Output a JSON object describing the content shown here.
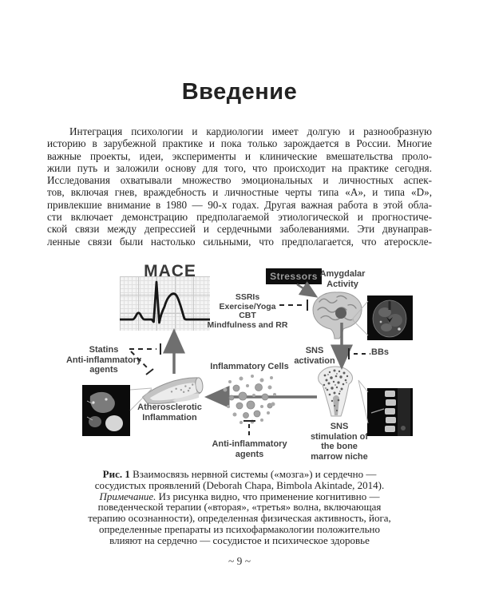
{
  "page": {
    "title": "Введение",
    "page_number": "~ 9 ~"
  },
  "intro": {
    "lines": [
      "Интеграция психологии и кардиологии имеет долгую и разнообразную",
      "историю в зарубежной практике и пока только зарождается в России. Многие",
      "важные проекты, идеи, эксперименты и клинические вмешательства проло-",
      "жили путь и заложили основу для того, что происходит на практике сегодня.",
      "Исследования охватывали множество эмоциональных и личностных аспек-",
      "тов, включая гнев, враждебность и личностные черты типа «А», и типа «D»,",
      "привлекшие внимание в 1980 — 90-х годах. Другая важная работа в этой обла-",
      "сти включает демонстрацию предполагаемой этиологической и прогностиче-",
      "ской связи между депрессией и сердечными заболеваниями. Эти двунаправ-",
      "ленные связи были настолько сильными, что предполагается, что атероскле-"
    ]
  },
  "figure": {
    "labels": {
      "mace": "MACE",
      "stressors": "Stressors",
      "amygdalar": "Amygdalar\nActivity",
      "therapies": "SSRIs\nExercise/Yoga\nCBT\nMindfulness and RR",
      "statins": "Statins\nAnti-inflammatory\nagents",
      "sns_activation": "SNS\nactivation",
      "bbs": "BBs",
      "inflammatory_cells": "Inflammatory Cells",
      "atherosclerotic": "Atherosclerotic\nInflammation",
      "anti_inflammatory": "Anti-inflammatory\nagents",
      "sns_stimulation": "SNS\nstimulation of\nthe bone\nmarrow niche"
    },
    "colors": {
      "arrow": "#6f6f6f",
      "inhibitor_line": "#262626",
      "stressors_bg": "#0e0e0e",
      "stressors_text": "#9c9c9c",
      "label_text": "#414141"
    }
  },
  "caption": {
    "fig_label": "Рис. 1",
    "line1": " Взаимосвязь нервной системы («мозга») и сердечно —",
    "line2": "сосудистых проявлений (Deborah Chapa, Bimbola Akintade, 2014).",
    "note_label": "Примечание.",
    "line3": " Из рисунка видно, что применение когнитивно —",
    "line4": "поведенческой терапии («вторая», «третья» волна, включающая",
    "line5": "терапию осознанности), определенная физическая активность, йога,",
    "line6": "определенные препараты из психофармакологии положительно",
    "line7": "влияют на сердечно — сосудистое и психическое здоровье"
  }
}
